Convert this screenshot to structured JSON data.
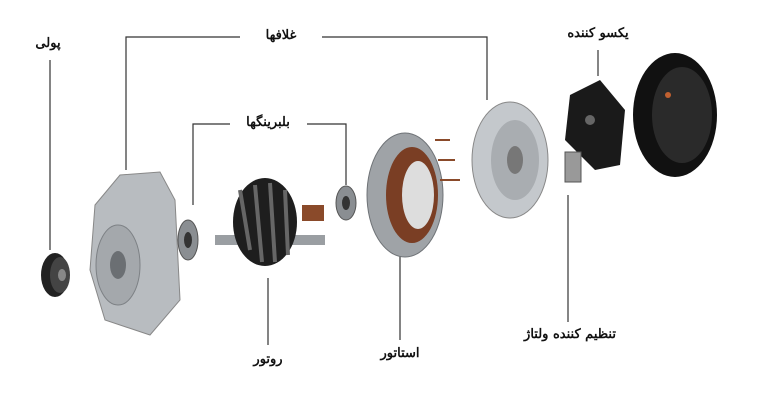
{
  "labels": {
    "pulley": "پولی",
    "housings": "غلافها",
    "bearings": "بلبرینگها",
    "rectifier": "یکسو کننده",
    "rotor": "روتور",
    "stator": "استاتور",
    "voltage_regulator": "تنظیم کننده ولتاژ"
  },
  "colors": {
    "leader_line": "#333333",
    "metal": "#b8bcc0",
    "dark_part": "#1a1a1a",
    "copper": "#8a4a2a"
  }
}
